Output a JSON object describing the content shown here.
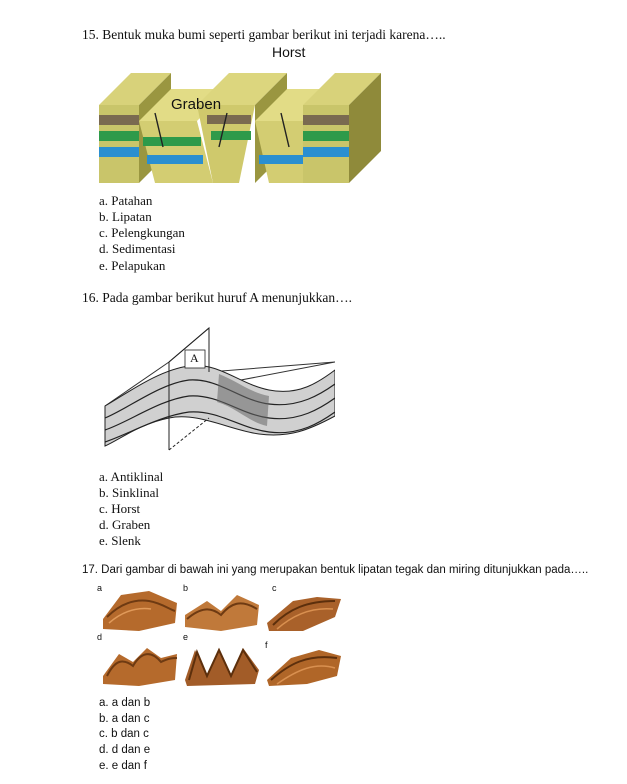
{
  "questions": [
    {
      "text": "15. Bentuk muka bumi seperti gambar berikut ini terjadi karena…..",
      "figure_labels": {
        "horst": "Horst",
        "graben": "Graben"
      },
      "options": [
        "a. Patahan",
        "b. Lipatan",
        "c. Pelengkungan",
        "d. Sedimentasi",
        "e. Pelapukan"
      ]
    },
    {
      "text": "16. Pada gambar berikut huruf A menunjukkan….",
      "figure_labels": {
        "a": "A"
      },
      "options": [
        "a. Antiklinal",
        "b. Sinklinal",
        "c. Horst",
        "d. Graben",
        "e. Slenk"
      ]
    },
    {
      "text": "17. Dari gambar di bawah ini yang merupakan bentuk lipatan  tegak dan miring ditunjukkan pada…..",
      "figure_labels": [
        "a",
        "b",
        "c",
        "d",
        "e",
        "f"
      ],
      "options": [
        "a. a dan b",
        "b. a dan c",
        "c. b dan c",
        "d. d dan e",
        "e. e dan  f"
      ]
    }
  ]
}
